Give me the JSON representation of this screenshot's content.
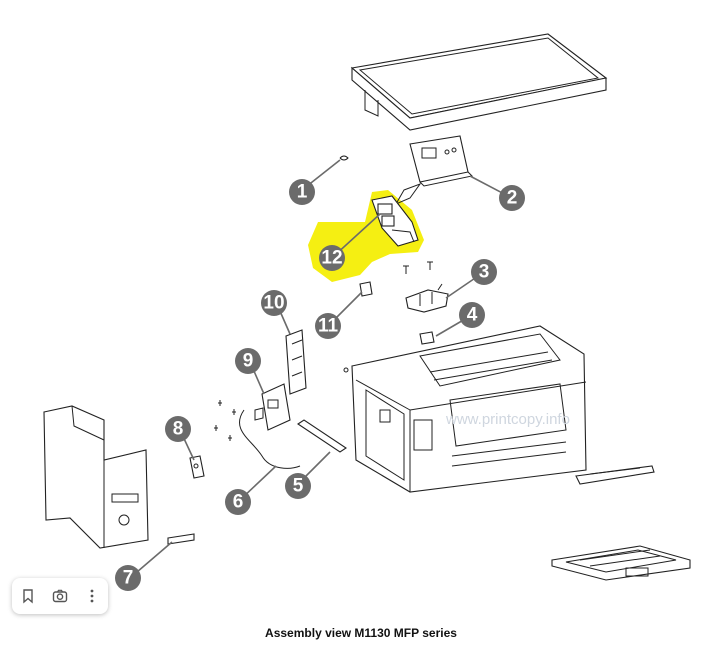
{
  "diagram": {
    "caption": "Assembly view M1130 MFP series",
    "watermark": "www.printcopy.info",
    "highlight_color": "#f5ef12",
    "callout_color": "#6b6b6b",
    "callouts": [
      {
        "id": "1",
        "label": "1"
      },
      {
        "id": "2",
        "label": "2"
      },
      {
        "id": "3",
        "label": "3"
      },
      {
        "id": "4",
        "label": "4"
      },
      {
        "id": "5",
        "label": "5"
      },
      {
        "id": "6",
        "label": "6"
      },
      {
        "id": "7",
        "label": "7"
      },
      {
        "id": "8",
        "label": "8"
      },
      {
        "id": "9",
        "label": "9"
      },
      {
        "id": "10",
        "label": "10"
      },
      {
        "id": "11",
        "label": "11"
      },
      {
        "id": "12",
        "label": "12",
        "highlighted": true
      }
    ]
  },
  "toolbar": {
    "icons": [
      "bookmark-icon",
      "lens-icon",
      "more-icon"
    ]
  }
}
